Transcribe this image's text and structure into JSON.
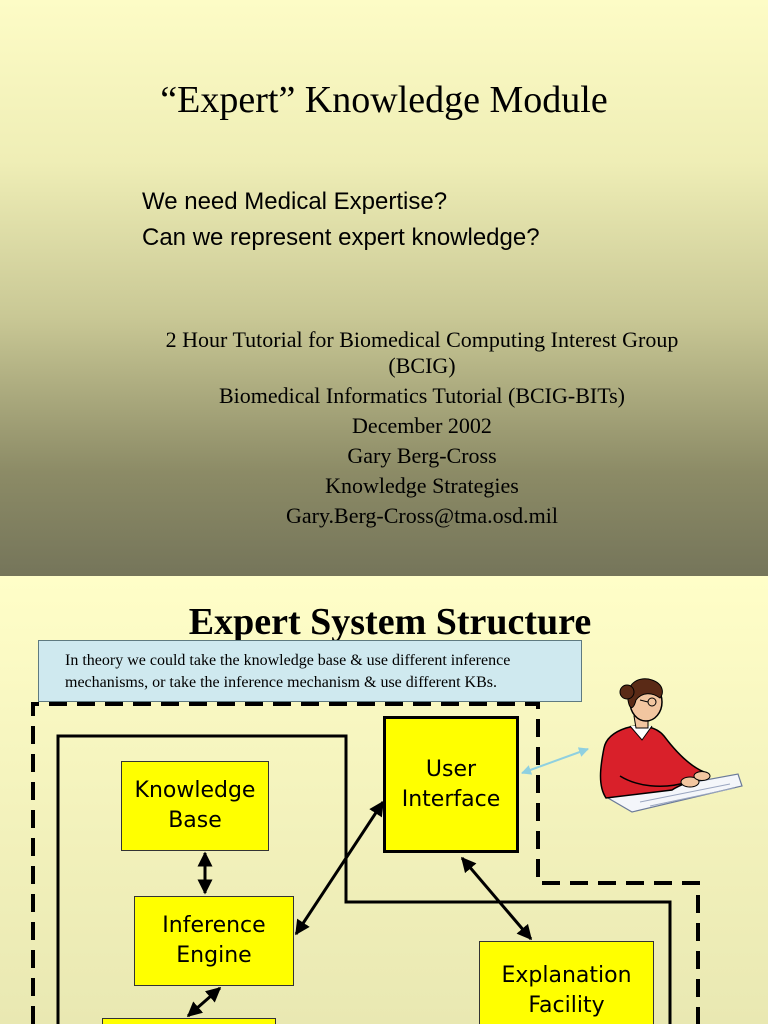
{
  "slide1": {
    "title": "“Expert” Knowledge Module",
    "bullets": [
      "We need Medical Expertise?",
      "Can we represent expert knowledge?"
    ],
    "info_lines": [
      "2 Hour Tutorial for Biomedical Computing Interest Group",
      "(BCIG)",
      "Biomedical Informatics Tutorial (BCIG-BITs)",
      "December 2002",
      "Gary Berg-Cross",
      "Knowledge Strategies",
      "Gary.Berg-Cross@tma.osd.mil"
    ]
  },
  "slide2": {
    "title": "Expert System Structure",
    "callout_lines": [
      "In theory we could take the knowledge base & use different inference",
      "mechanisms, or take the inference mechanism & use different KBs."
    ],
    "boxes": {
      "knowledge_base": "Knowledge\nBase",
      "inference_engine": "Inference\nEngine",
      "user_interface": "User\nInterface",
      "explanation_facility": "Explanation\nFacility"
    },
    "colors": {
      "box_fill": "#ffff00",
      "callout_fill": "#cfe9ef",
      "user_shirt": "#d9202a"
    }
  }
}
